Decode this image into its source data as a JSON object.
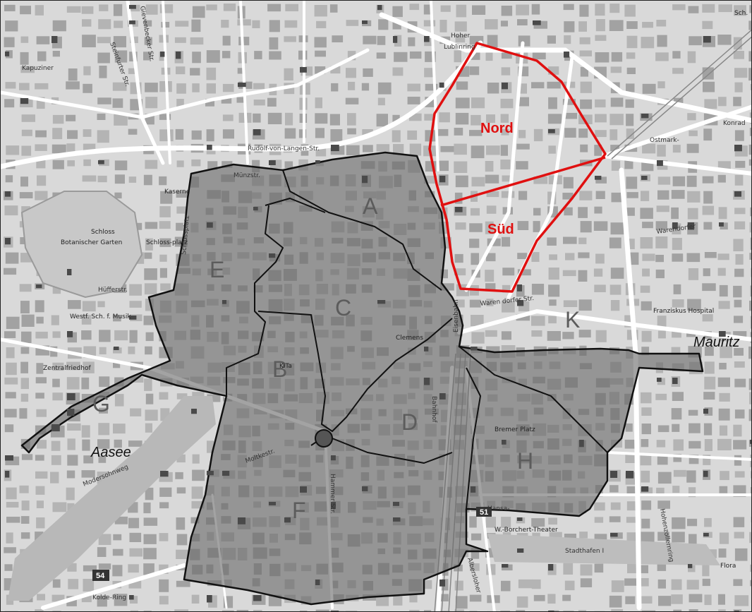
{
  "colors": {
    "background": "#d9d9d9",
    "block": "#a8a8a8",
    "road": "#ffffff",
    "zone_fill": "#6b6b6b",
    "zone_border": "#111111",
    "highlight_border": "#e01010",
    "water": "#b8b8b8"
  },
  "zones": [
    {
      "id": "A",
      "label": "A"
    },
    {
      "id": "B",
      "label": "B"
    },
    {
      "id": "C",
      "label": "C"
    },
    {
      "id": "D",
      "label": "D"
    },
    {
      "id": "E",
      "label": "E"
    },
    {
      "id": "F",
      "label": "F"
    },
    {
      "id": "G",
      "label": "G"
    },
    {
      "id": "H",
      "label": "H"
    },
    {
      "id": "K",
      "label": "K"
    }
  ],
  "highlight": {
    "north_label": "Nord",
    "south_label": "Süd"
  },
  "districts": {
    "mauritz": "Mauritz",
    "aasee": "Aasee"
  },
  "streets": {
    "lublinring": "Lublinring",
    "hoher": "Hoher",
    "ostmark": "Ostmark-",
    "warendorfer": "Warendorfer",
    "waren_dorfer": "Waren dorfer Str.",
    "hammer": "Hammer Str.",
    "moltke": "Moltkestr.",
    "kolde": "Kolde-Ring",
    "hansa": "Hansa-",
    "stadthafen": "Stadthafen I",
    "bahnhof": "Bahnhof",
    "eisenbahn": "Eisenbahn",
    "muenzstr": "Münzstr.",
    "schlossplatz": "Schlossplatz",
    "steinfurter": "Steinfurter Str.",
    "kapuziner": "Kapuziner",
    "hufferstr": "Hüfferstr.",
    "rudolf": "Rudolf-von-Langen-Str.",
    "gievenbecker": "Gievenbecker Str.",
    "modersohn": "Modersohnweg",
    "albersloher": "Albersloher",
    "hohenzollern": "Hohenzollernring",
    "konrad": "Konrad"
  },
  "pois": {
    "botanischer": "Botanischer Garten",
    "schloss": "Schloss",
    "schlossplatz_poi": "Schloss-platz",
    "kaserne": "Kaserne",
    "zentralfriedhof": "Zentralfriedhof",
    "westf": "Westf. Sch. f. Musik",
    "franziskus": "Franziskus Hospital",
    "borchert": "W.-Borchert-Theater",
    "flora": "Flora",
    "bremer": "Bremer Platz",
    "clemens": "Clemens",
    "sch": "Sch.",
    "kita": "KiTa"
  },
  "shields": {
    "b54": "54",
    "b51": "51"
  }
}
